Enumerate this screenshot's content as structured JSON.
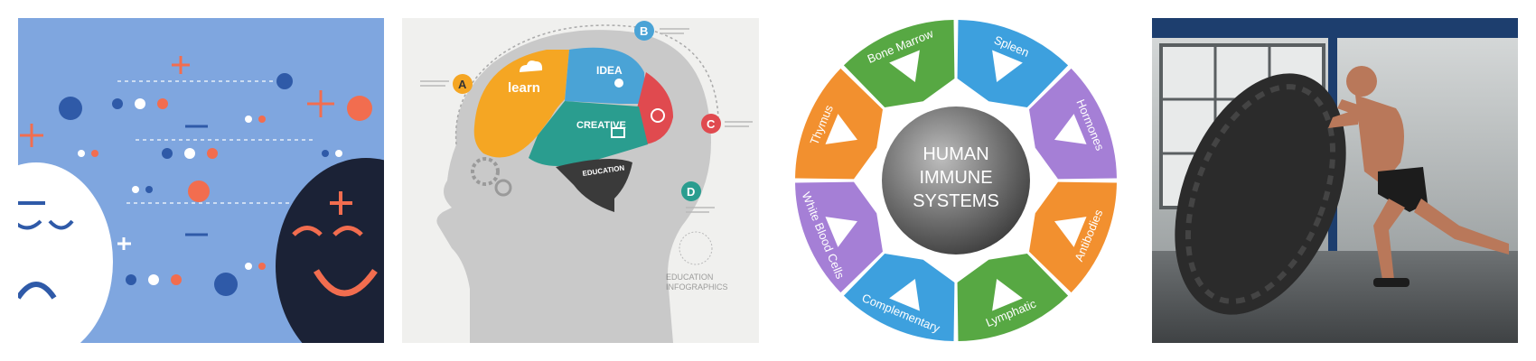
{
  "images": [
    {
      "name": "emotions-faces",
      "colors": {
        "bg": "#7fa6df",
        "sad_face": "#ffffff",
        "happy_face": "#1b2236",
        "accent": "#f26d4f",
        "dark_dot": "#2f5aa8"
      }
    },
    {
      "name": "brain-infographic",
      "labels": {
        "a": "A",
        "b": "B",
        "c": "C",
        "d": "D"
      },
      "segments": {
        "learn": "learn",
        "idea": "IDEA",
        "creative": "CREATIVE",
        "education": "EDUCATION"
      },
      "watermark": [
        "EDUCATION",
        "INFOGRAPHICS"
      ],
      "colors": {
        "bg": "#f0f0ee",
        "head": "#c9c9c9",
        "orange": "#f5a623",
        "blue": "#4aa3d6",
        "red": "#e04a4f",
        "teal": "#2a9d8f",
        "dark": "#3a3a3a"
      }
    },
    {
      "name": "immune-system-wheel",
      "hub": [
        "HUMAN",
        "IMMUNE",
        "SYSTEMS"
      ],
      "sectors": [
        {
          "label": "Spleen",
          "color": "#3da0de"
        },
        {
          "label": "Hormones",
          "color": "#a57fd6"
        },
        {
          "label": "Antibodies",
          "color": "#f2902f"
        },
        {
          "label": "Lymphatic",
          "color": "#57a843"
        },
        {
          "label": "Complementary",
          "color": "#3da0de"
        },
        {
          "label": "White Blood Cells",
          "color": "#a57fd6"
        },
        {
          "label": "Thymus",
          "color": "#f2902f"
        },
        {
          "label": "Bone Marrow",
          "color": "#57a843"
        }
      ]
    },
    {
      "name": "tire-flip-workout",
      "colors": {
        "wall": "#bfc3c4",
        "floor": "#5a5e60",
        "tire": "#2b2b2b",
        "skin": "#b9785a",
        "shorts": "#1c1c1c"
      }
    }
  ]
}
